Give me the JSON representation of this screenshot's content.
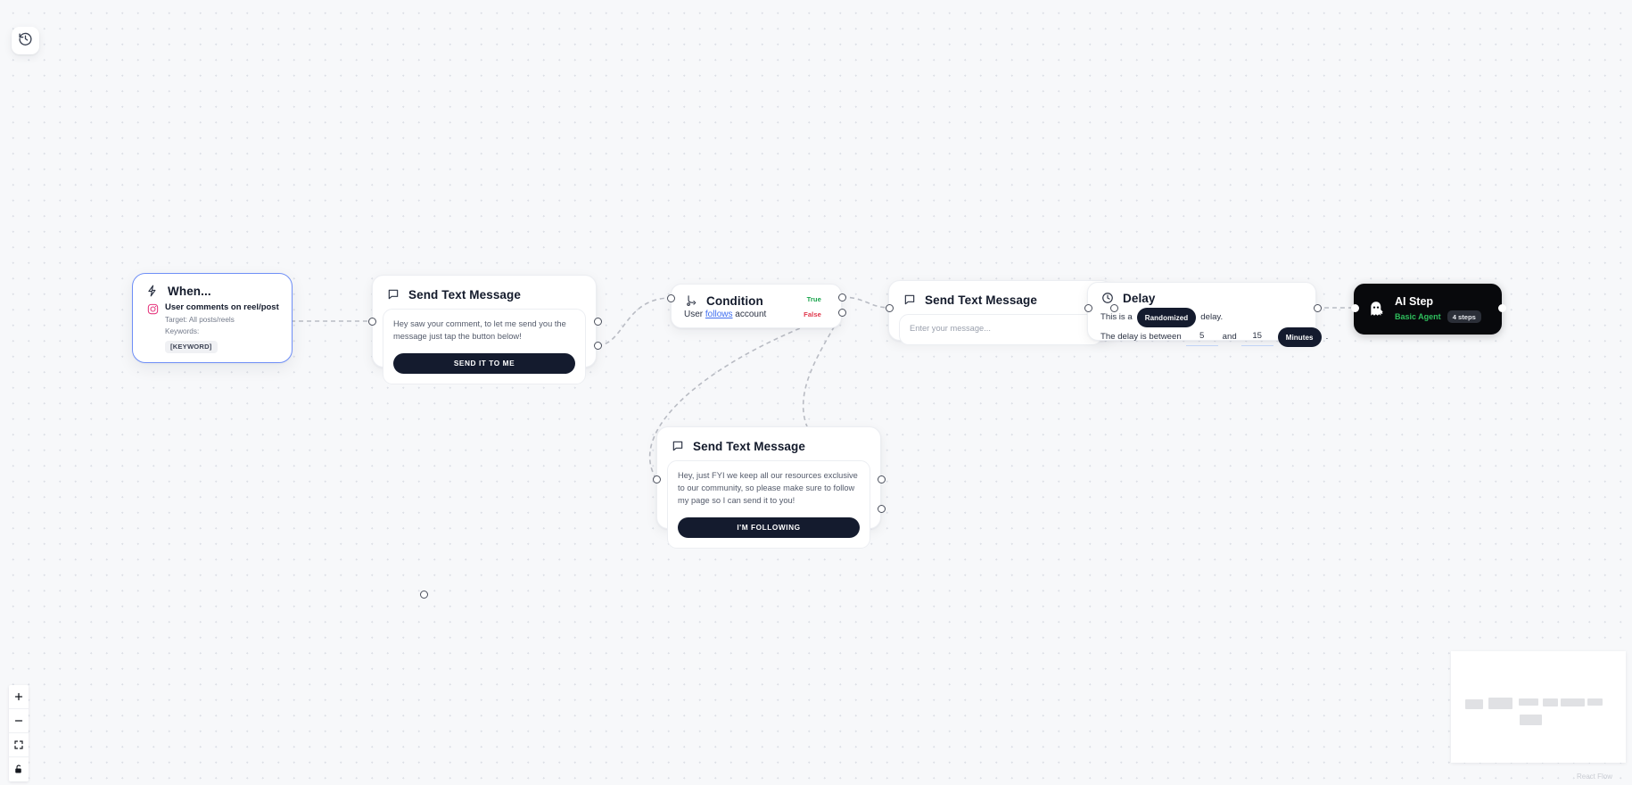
{
  "app": {
    "canvas_background": "#f7f8fa",
    "accent_selected": "#6f8ff7",
    "dark": "#141b2e",
    "green": "#17a34a",
    "red": "#e0354a",
    "attribution": "React Flow"
  },
  "toolbar": {
    "history_label": "history-icon",
    "zoom_in_label": "+",
    "zoom_out_label": "−",
    "fit_view_label": "fit-view",
    "lock_label": "lock"
  },
  "nodes": {
    "trigger": {
      "title": "When...",
      "icon": "lightning-icon",
      "event": "User comments on reel/post",
      "event_icon": "instagram-icon",
      "target_label": "Target: All posts/reels",
      "keywords_label": "Keywords:",
      "keyword_badge": "[KEYWORD]",
      "selected": true
    },
    "message_1": {
      "title": "Send Text Message",
      "icon": "chat-bubble-icon",
      "text": "Hey saw your comment, to let me send you the message just tap the button below!",
      "button_label": "SEND IT TO ME"
    },
    "condition": {
      "title": "Condition",
      "icon": "branch-icon",
      "expr_prefix": "User ",
      "expr_link": "follows",
      "expr_suffix": " account",
      "true_label": "True",
      "false_label": "False"
    },
    "message_2": {
      "title": "Send Text Message",
      "icon": "chat-bubble-icon",
      "placeholder": "Enter your message...",
      "text": ""
    },
    "message_3": {
      "title": "Send Text Message",
      "icon": "chat-bubble-icon",
      "text": "Hey, just FYI we keep all our resources exclusive to our community, so please make sure to follow my page so I can send it to you!",
      "button_label": "I'M FOLLOWING"
    },
    "delay": {
      "title": "Delay",
      "icon": "clock-icon",
      "line1_prefix": "This is a",
      "mode_pill": "Randomized",
      "line1_suffix": "delay.",
      "line2_prefix": "The delay is between",
      "min_value": "5",
      "and_label": "and",
      "max_value": "15",
      "unit_pill": "Minutes",
      "period": "."
    },
    "ai_step": {
      "title": "AI Step",
      "icon": "ghost-robot-icon",
      "agent_label": "Basic Agent",
      "steps_badge": "4 steps"
    }
  }
}
